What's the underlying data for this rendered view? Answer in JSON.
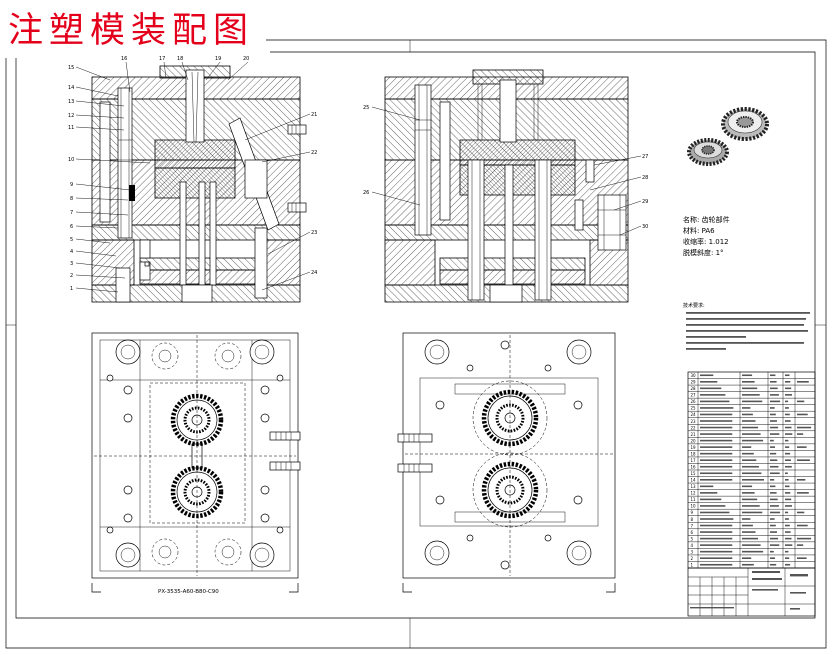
{
  "title": "注塑模装配图",
  "colors": {
    "title": "#e4001b",
    "linework": "#000000",
    "paper": "#ffffff"
  },
  "views": {
    "front_section": {
      "callouts": {
        "left": [
          "15",
          "14",
          "13",
          "12",
          "11",
          "10",
          "9",
          "8",
          "7",
          "6",
          "5",
          "4",
          "3",
          "2",
          "1"
        ],
        "top": [
          "16",
          "17",
          "18",
          "19",
          "20"
        ],
        "right": [
          "21",
          "22",
          "23",
          "24"
        ]
      }
    },
    "side_section": {
      "callouts": {
        "left": [
          "25",
          "26"
        ],
        "right": [
          "27",
          "28",
          "29",
          "30"
        ]
      }
    },
    "moving_half_plan": {
      "caption": "PX-3535-A60-B80-C90"
    }
  },
  "product_image": {
    "icon": "gear-icon"
  },
  "part_spec": [
    "名称: 齿轮部件",
    "材料: PA6",
    "收缩率: 1.012",
    "脱模斜度: 1°"
  ],
  "technical_requirements": {
    "heading": "技术要求:"
  },
  "bill_of_materials": {
    "item_numbers": [
      "30",
      "29",
      "28",
      "27",
      "26",
      "25",
      "24",
      "23",
      "22",
      "21",
      "20",
      "19",
      "18",
      "17",
      "16",
      "15",
      "14",
      "13",
      "12",
      "11",
      "10",
      "9",
      "8",
      "7",
      "6",
      "5",
      "4",
      "3",
      "2",
      "1"
    ]
  }
}
